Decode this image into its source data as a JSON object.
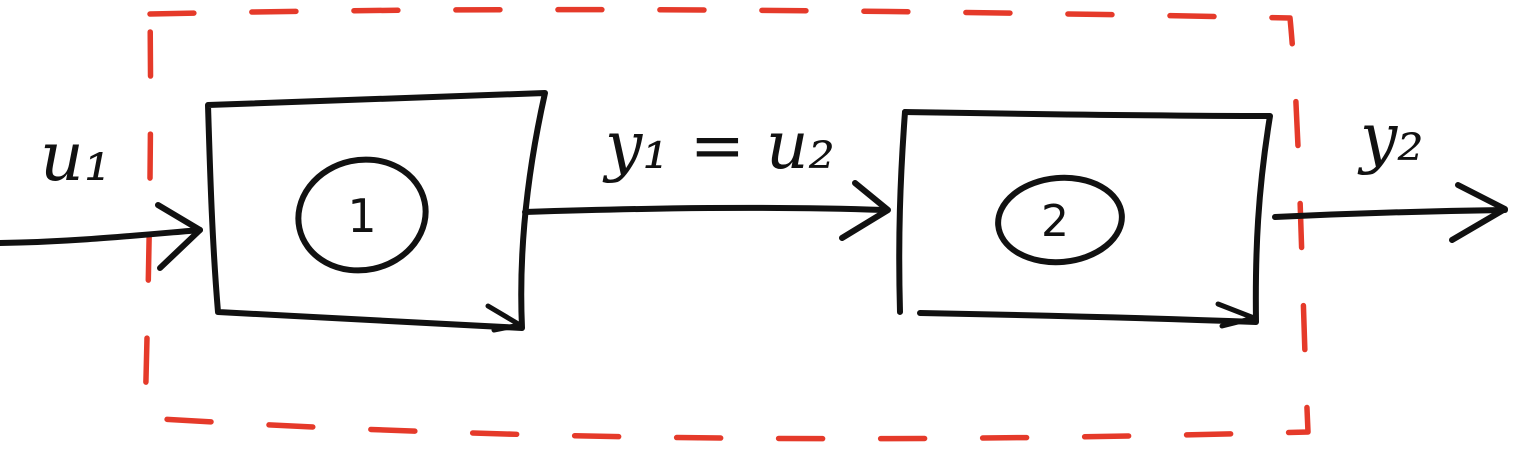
{
  "diagram": {
    "colors": {
      "ink": "#111111",
      "boundary": "#e53a2a",
      "background": "#ffffff"
    },
    "labels": {
      "input": "u₁",
      "middle": "y₁ = u₂",
      "output": "y₂"
    },
    "blocks": [
      {
        "id": "block-1",
        "number": "1"
      },
      {
        "id": "block-2",
        "number": "2"
      }
    ],
    "boundary_style": "dashed"
  }
}
